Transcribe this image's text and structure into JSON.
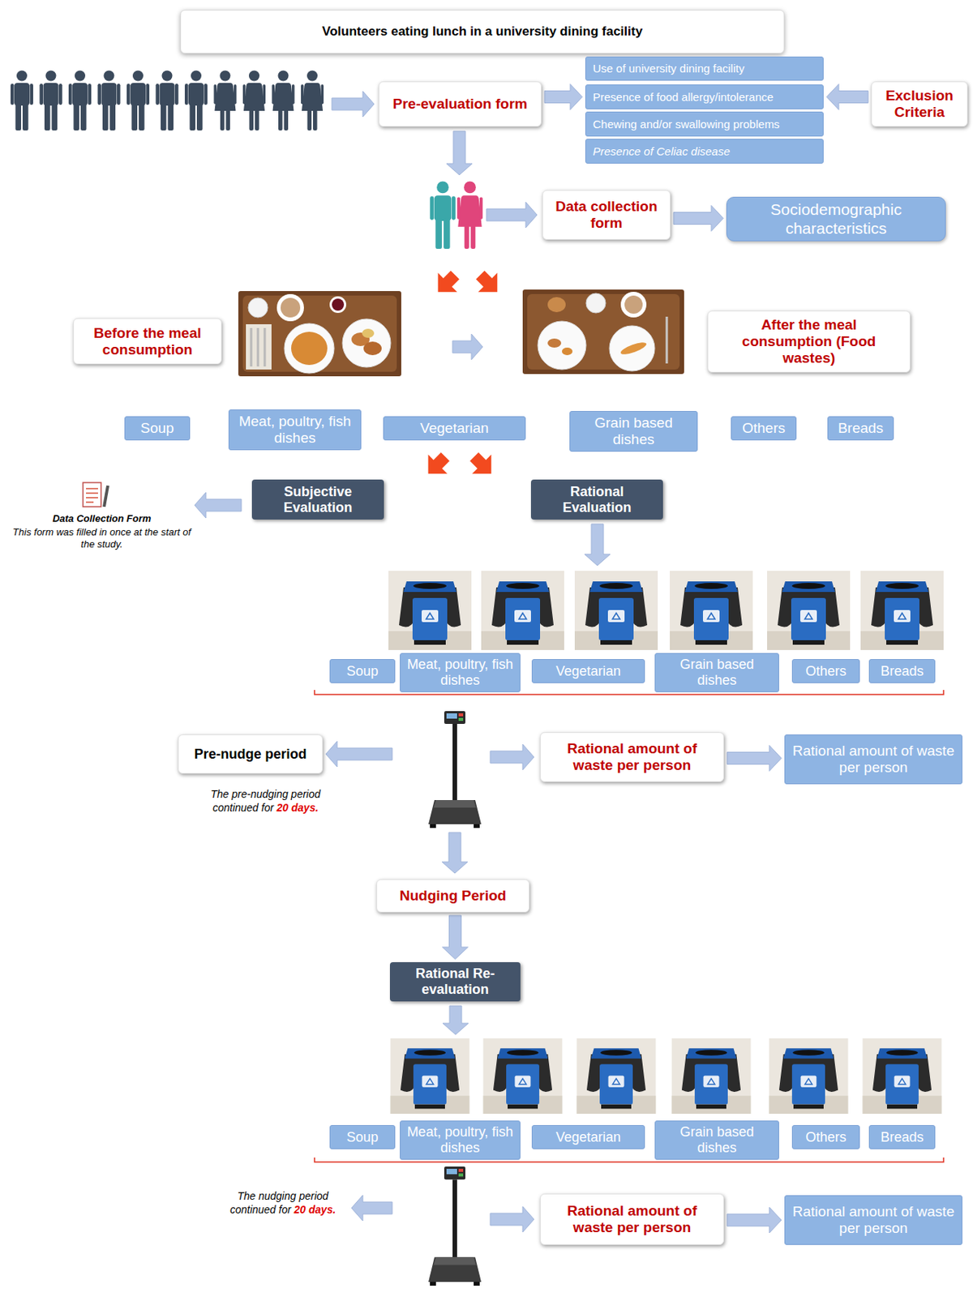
{
  "diagram": {
    "title": "Volunteers eating lunch in a university dining facility",
    "nodes": [
      {
        "text": [
          "Pre-evaluation form"
        ]
      },
      {
        "text": [
          "Use of  university dining facility"
        ]
      },
      {
        "text": [
          "Presence of food allergy/intolerance"
        ]
      },
      {
        "text": [
          "Chewing and/or swallowing problems"
        ]
      },
      {
        "text": [
          "Presence of Celiac disease"
        ]
      },
      {
        "text": [
          "Exclusion Criteria"
        ]
      },
      {
        "text": [
          "Data collection form"
        ]
      },
      {
        "text": [
          "Sociodemographic characteristics"
        ]
      },
      {
        "text": [
          "Before the meal consumption"
        ]
      },
      {
        "text": [
          "After the meal consumption (Food wastes)"
        ]
      },
      {
        "text": [
          "Soup"
        ]
      },
      {
        "text": [
          "Meat, poultry, fish dishes"
        ]
      },
      {
        "text": [
          "Vegetarian"
        ]
      },
      {
        "text": [
          "Grain based dishes"
        ]
      },
      {
        "text": [
          "Others"
        ]
      },
      {
        "text": [
          "Breads"
        ]
      },
      {
        "text": [
          "Subjective Evaluation"
        ]
      },
      {
        "text": [
          "Rational Evaluation"
        ]
      },
      {
        "text": [
          "Soup"
        ]
      },
      {
        "text": [
          "Meat, poultry, fish dishes"
        ]
      },
      {
        "text": [
          "Vegetarian"
        ]
      },
      {
        "text": [
          "Grain based dishes"
        ]
      },
      {
        "text": [
          "Others"
        ]
      },
      {
        "text": [
          "Breads"
        ]
      },
      {
        "text": [
          "Pre-nudge period"
        ]
      },
      {
        "text": [
          "Rational amount of waste per person"
        ]
      },
      {
        "text": [
          "Rational amount of waste per person"
        ]
      },
      {
        "text": [
          "Nudging Period"
        ]
      },
      {
        "text": [
          "Rational Re-evaluation"
        ]
      },
      {
        "text": [
          "Soup"
        ]
      },
      {
        "text": [
          "Meat, poultry, fish dishes"
        ]
      },
      {
        "text": [
          "Vegetarian"
        ]
      },
      {
        "text": [
          "Grain based dishes"
        ]
      },
      {
        "text": [
          "Others"
        ]
      },
      {
        "text": [
          "Breads"
        ]
      },
      {
        "text": [
          "Rational amount of waste per person"
        ]
      },
      {
        "text": [
          "Rational amount of waste per person"
        ]
      }
    ],
    "edges": [
      {
        "from": 0,
        "to": 2,
        "arrow": "to"
      },
      {
        "from": 5,
        "to": 2,
        "arrow": "to"
      },
      {
        "from": 6,
        "to": 7,
        "arrow": "to"
      },
      {
        "from": 25,
        "to": 26,
        "arrow": "to"
      },
      {
        "from": 27,
        "to": 28,
        "arrow": "to"
      },
      {
        "from": 35,
        "to": 36,
        "arrow": "to"
      }
    ],
    "labels": [
      "Data Collection Form",
      "This form was filled in once at the start of the study.",
      "The pre-nudging period continued for",
      "20 days.",
      "The nudging period continued for",
      "20 days."
    ]
  }
}
